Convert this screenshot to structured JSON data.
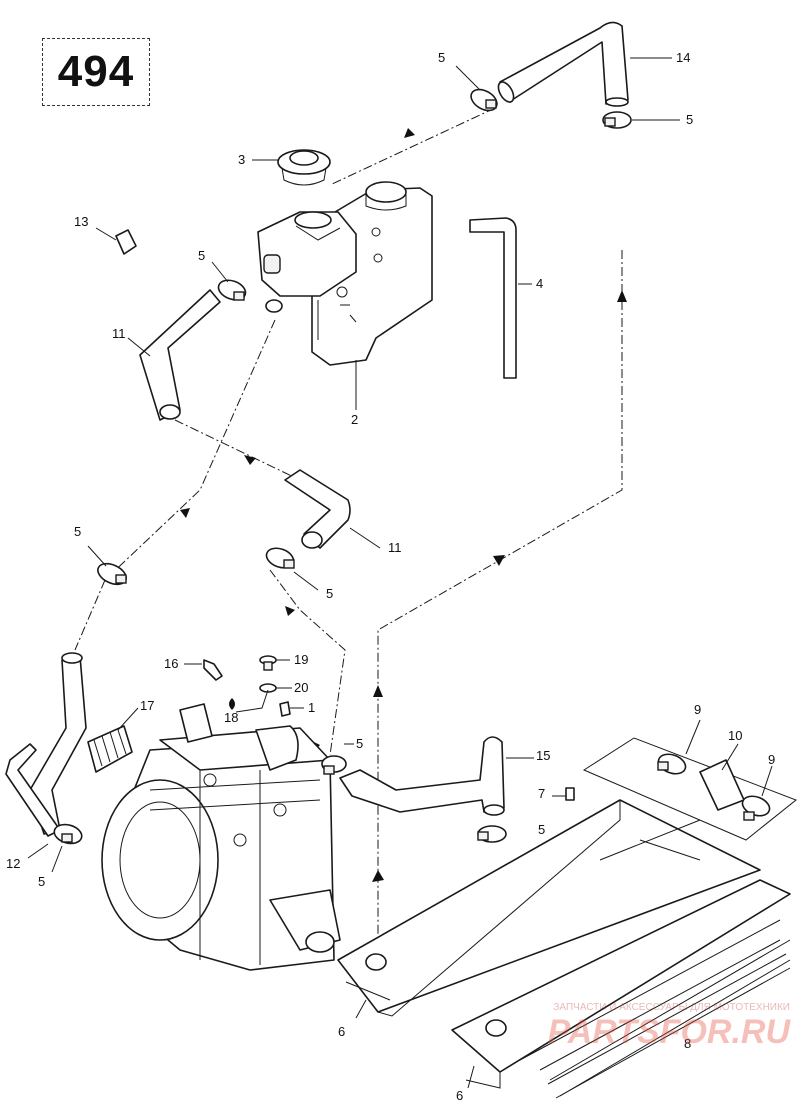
{
  "page_number": "494",
  "callouts": [
    "1",
    "2",
    "3",
    "4",
    "5",
    "6",
    "7",
    "8",
    "9",
    "10",
    "11",
    "12",
    "13",
    "14",
    "15",
    "16",
    "17",
    "18",
    "19",
    "20"
  ],
  "labels": {
    "c14": "14",
    "c5a": "5",
    "c5b": "5",
    "c3": "3",
    "c13": "13",
    "c5c": "5",
    "c4": "4",
    "c11a": "11",
    "c2": "2",
    "c11b": "11",
    "c5d": "5",
    "c5e": "5",
    "c16": "16",
    "c19": "19",
    "c20": "20",
    "c17": "17",
    "c18": "18",
    "c1": "1",
    "c5f": "5",
    "c9a": "9",
    "c10": "10",
    "c9b": "9",
    "c15": "15",
    "c7": "7",
    "c5g": "5",
    "c12": "12",
    "c5h": "5",
    "c6a": "6",
    "c8": "8",
    "c6b": "6"
  },
  "watermark": {
    "caption": "ЗАПЧАСТИ И АКСЕССУАРЫ ДЛЯ МОТОТЕХНИКИ",
    "brand": "PARTSFOR.RU"
  }
}
